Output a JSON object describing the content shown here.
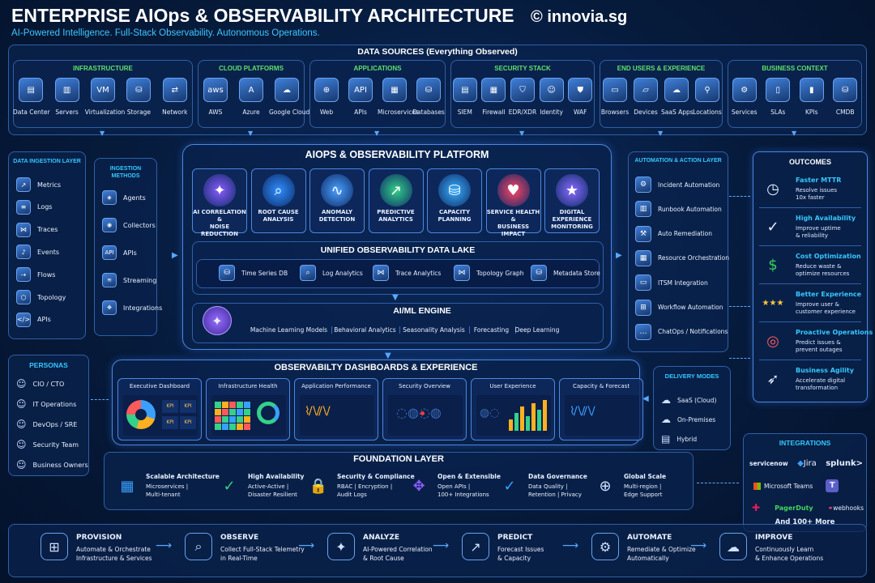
{
  "header": {
    "title": "ENTERPRISE AIOps & OBSERVABILITY ARCHITECTURE",
    "copyright": "© innovia.sg",
    "subtitle": "AI-Powered Intelligence. Full-Stack Observability. Autonomous Operations."
  },
  "data_sources": {
    "title": "DATA SOURCES (Everything Observed)",
    "groups": [
      {
        "title": "INFRASTRUCTURE",
        "items": [
          {
            "label": "Data Center",
            "icon": "server-rack-icon"
          },
          {
            "label": "Servers",
            "icon": "server-icon"
          },
          {
            "label": "Virtualization",
            "icon": "vm-icon"
          },
          {
            "label": "Storage",
            "icon": "storage-icon"
          },
          {
            "label": "Network",
            "icon": "network-switch-icon"
          }
        ]
      },
      {
        "title": "CLOUD PLATFORMS",
        "items": [
          {
            "label": "AWS",
            "icon": "aws-icon"
          },
          {
            "label": "Azure",
            "icon": "azure-icon"
          },
          {
            "label": "Google Cloud",
            "icon": "google-cloud-icon"
          }
        ]
      },
      {
        "title": "APPLICATIONS",
        "items": [
          {
            "label": "Web",
            "icon": "globe-icon"
          },
          {
            "label": "APIs",
            "icon": "api-icon"
          },
          {
            "label": "Microservices",
            "icon": "cubes-icon"
          },
          {
            "label": "Databases",
            "icon": "database-icon"
          }
        ]
      },
      {
        "title": "SECURITY STACK",
        "items": [
          {
            "label": "SIEM",
            "icon": "siem-icon"
          },
          {
            "label": "Firewall",
            "icon": "firewall-icon"
          },
          {
            "label": "EDR/XDR",
            "icon": "shield-icon"
          },
          {
            "label": "Identity",
            "icon": "identity-icon"
          },
          {
            "label": "WAF",
            "icon": "waf-icon"
          }
        ]
      },
      {
        "title": "END USERS & EXPERIENCE",
        "items": [
          {
            "label": "Browsers",
            "icon": "browser-icon"
          },
          {
            "label": "Devices",
            "icon": "laptop-icon"
          },
          {
            "label": "SaaS Apps",
            "icon": "cloud-icon"
          },
          {
            "label": "Locations",
            "icon": "location-pin-icon"
          }
        ]
      },
      {
        "title": "BUSINESS CONTEXT",
        "items": [
          {
            "label": "Services",
            "icon": "gears-icon"
          },
          {
            "label": "SLAs",
            "icon": "document-icon"
          },
          {
            "label": "KPIs",
            "icon": "bar-chart-icon"
          },
          {
            "label": "CMDB",
            "icon": "database-icon"
          }
        ]
      }
    ]
  },
  "ingestion": {
    "title": "DATA INGESTION LAYER",
    "items": [
      {
        "label": "Metrics",
        "icon": "chart-icon"
      },
      {
        "label": "Logs",
        "icon": "log-icon"
      },
      {
        "label": "Traces",
        "icon": "trace-icon"
      },
      {
        "label": "Events",
        "icon": "bell-icon"
      },
      {
        "label": "Flows",
        "icon": "flow-icon"
      },
      {
        "label": "Topology",
        "icon": "topology-icon"
      },
      {
        "label": "APIs",
        "icon": "code-icon"
      }
    ]
  },
  "ingestion_methods": {
    "title_line1": "INGESTION",
    "title_line2": "METHODS",
    "items": [
      {
        "label": "Agents",
        "icon": "agent-icon"
      },
      {
        "label": "Collectors",
        "icon": "collector-icon"
      },
      {
        "label": "APIs",
        "icon": "api-icon"
      },
      {
        "label": "Streaming",
        "icon": "streaming-icon"
      },
      {
        "label": "Integrations",
        "icon": "puzzle-icon"
      }
    ]
  },
  "platform": {
    "title": "AIOPS & OBSERVABILITY PLATFORM",
    "capabilities": [
      {
        "line1": "AI CORRELATION &",
        "line2": "NOISE REDUCTION",
        "icon": "brain-icon"
      },
      {
        "line1": "ROOT CAUSE",
        "line2": "ANALYSIS",
        "icon": "magnifier-icon"
      },
      {
        "line1": "ANOMALY",
        "line2": "DETECTION",
        "icon": "waveform-icon"
      },
      {
        "line1": "PREDICTIVE",
        "line2": "ANALYTICS",
        "icon": "trend-up-icon"
      },
      {
        "line1": "CAPACITY",
        "line2": "PLANNING",
        "icon": "capacity-icon"
      },
      {
        "line1": "SERVICE HEALTH &",
        "line2": "BUSINESS IMPACT",
        "icon": "heart-pulse-icon"
      },
      {
        "line1": "DIGITAL EXPERIENCE",
        "line2": "MONITORING",
        "icon": "user-stars-icon"
      }
    ],
    "data_lake": {
      "title": "UNIFIED OBSERVABILITY DATA LAKE",
      "items": [
        {
          "label": "Time Series DB",
          "icon": "database-icon"
        },
        {
          "label": "Log Analytics",
          "icon": "search-icon"
        },
        {
          "label": "Trace Analytics",
          "icon": "trace-icon"
        },
        {
          "label": "Topology Graph",
          "icon": "graph-icon"
        },
        {
          "label": "Metadata Store",
          "icon": "database-icon"
        }
      ]
    },
    "ml_engine": {
      "title": "AI/ML ENGINE",
      "items": [
        "Machine Learning Models",
        "Behavioral Analytics",
        "Seasonality Analysis",
        "Forecasting",
        "Deep Learning"
      ]
    }
  },
  "automation": {
    "title": "AUTOMATION & ACTION LAYER",
    "items": [
      {
        "label": "Incident Automation",
        "icon": "incident-icon"
      },
      {
        "label": "Runbook Automation",
        "icon": "book-icon"
      },
      {
        "label": "Auto Remediation",
        "icon": "remediation-icon"
      },
      {
        "label": "Resource Orchestration",
        "icon": "cubes-icon"
      },
      {
        "label": "ITSM Integration",
        "icon": "ticket-icon"
      },
      {
        "label": "Workflow Automation",
        "icon": "workflow-icon"
      },
      {
        "label": "ChatOps / Notifications",
        "icon": "chat-icon"
      }
    ]
  },
  "outcomes": {
    "title": "OUTCOMES",
    "items": [
      {
        "title": "Faster MTTR",
        "d1": "Resolve issues",
        "d2": "10x faster",
        "icon": "stopwatch-icon",
        "color": "#e8f0ff"
      },
      {
        "title": "High Availability",
        "d1": "Improve uptime",
        "d2": "& reliability",
        "icon": "shield-check-icon",
        "color": "#e8f0ff"
      },
      {
        "title": "Cost Optimization",
        "d1": "Reduce waste &",
        "d2": "optimize resources",
        "icon": "dollar-icon",
        "color": "#3ad15a"
      },
      {
        "title": "Better Experience",
        "d1": "Improve user &",
        "d2": "customer experience",
        "icon": "stars-icon",
        "color": "#ffc83a"
      },
      {
        "title": "Proactive Operations",
        "d1": "Predict issues &",
        "d2": "prevent outages",
        "icon": "target-icon",
        "color": "#ff5a5a"
      },
      {
        "title": "Business Agility",
        "d1": "Accelerate digital",
        "d2": "transformation",
        "icon": "rocket-icon",
        "color": "#e8f0ff"
      }
    ]
  },
  "personas": {
    "title": "PERSONAS",
    "items": [
      "CIO / CTO",
      "IT Operations",
      "DevOps / SRE",
      "Security Team",
      "Business Owners"
    ]
  },
  "dashboards": {
    "title": "OBSERVABILTY DASHBOARDS & EXPERIENCE",
    "items": [
      {
        "label": "Executive Dashboard",
        "kpis": [
          "KPI",
          "KPI",
          "KPI",
          "KPI"
        ]
      },
      {
        "label": "Infrastructure Health"
      },
      {
        "label": "Application Performance"
      },
      {
        "label": "Security Overview"
      },
      {
        "label": "User Experience"
      },
      {
        "label": "Capacity & Forecast"
      }
    ]
  },
  "delivery": {
    "title": "DELIVERY MODES",
    "items": [
      "SaaS (Cloud)",
      "On-Premises",
      "Hybrid"
    ]
  },
  "foundation": {
    "title": "FOUNDATION LAYER",
    "items": [
      {
        "title": "Scalable Architecture",
        "d1": "Microservices |",
        "d2": "Multi-tenant",
        "icon": "cubes-icon"
      },
      {
        "title": "High Availability",
        "d1": "Active-Active |",
        "d2": "Disaster Resilient",
        "icon": "shield-check-icon"
      },
      {
        "title": "Security & Compliance",
        "d1": "RBAC | Encryption |",
        "d2": "Audit Logs",
        "icon": "lock-icon"
      },
      {
        "title": "Open & Extensible",
        "d1": "Open APIs |",
        "d2": "100+ Integrations",
        "icon": "puzzle-icon"
      },
      {
        "title": "Data Governance",
        "d1": "Data Quality |",
        "d2": "Retention | Privacy",
        "icon": "database-check-icon"
      },
      {
        "title": "Global Scale",
        "d1": "Multi-region |",
        "d2": "Edge Support",
        "icon": "globe-icon"
      }
    ]
  },
  "integrations": {
    "title": "INTEGRATIONS",
    "row1": [
      "servicenow",
      "Jira",
      "splunk>"
    ],
    "row2": [
      "Microsoft Teams"
    ],
    "row3": [
      "PagerDuty",
      "webhooks"
    ],
    "more": "And 100+ More"
  },
  "flow": {
    "steps": [
      {
        "title": "PROVISION",
        "d1": "Automate & Orchestrate",
        "d2": "Infrastructure & Services",
        "icon": "provision-icon"
      },
      {
        "title": "OBSERVE",
        "d1": "Collect Full-Stack Telemetry",
        "d2": "in Real-Time",
        "icon": "observe-icon"
      },
      {
        "title": "ANALYZE",
        "d1": "AI-Powered Correlation",
        "d2": "& Root Cause",
        "icon": "analyze-icon"
      },
      {
        "title": "PREDICT",
        "d1": "Forecast Issues",
        "d2": "& Capacity",
        "icon": "predict-icon"
      },
      {
        "title": "AUTOMATE",
        "d1": "Remediate & Optimize",
        "d2": "Automatically",
        "icon": "automate-icon"
      },
      {
        "title": "IMPROVE",
        "d1": "Continuously Learn",
        "d2": "& Enhance Operations",
        "icon": "improve-icon"
      }
    ]
  }
}
